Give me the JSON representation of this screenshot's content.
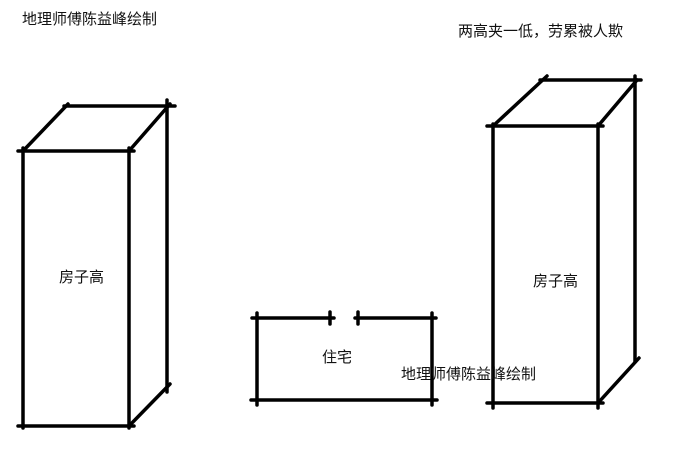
{
  "texts": {
    "watermark_top": "地理师傅陈益峰绘制",
    "caption": "两高夹一低，劳累被人欺",
    "left_building_label": "房子高",
    "right_building_label": "房子高",
    "house_label": "住宅",
    "watermark_bottom": "地理师傅陈益峰绘制"
  },
  "colors": {
    "line": "#000000",
    "background": "#ffffff"
  }
}
